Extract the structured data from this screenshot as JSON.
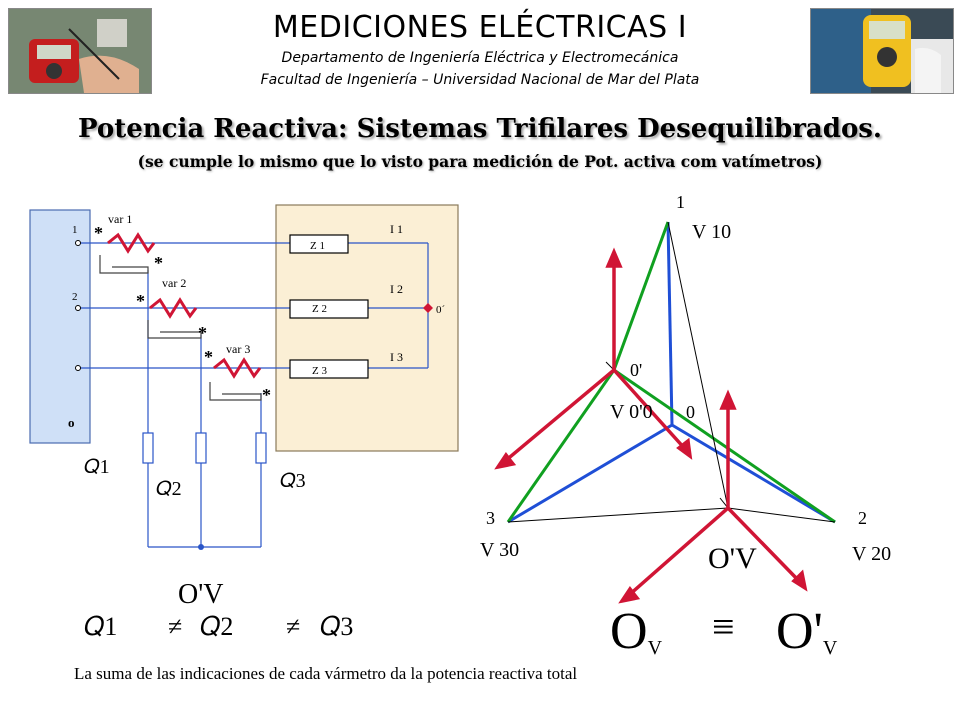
{
  "header": {
    "title": "MEDICIONES ELÉCTRICAS I",
    "department": "Departamento de Ingeniería Eléctrica y Electromecánica",
    "faculty": "Facultad de Ingeniería – Universidad Nacional de Mar del Plata"
  },
  "slide": {
    "title": "Potencia Reactiva: Sistemas Trifilares Desequilibrados.",
    "subtitle": "(se cumple lo mismo que lo visto para medición de Pot. activa com vatímetros)"
  },
  "circuit": {
    "terminals": [
      "1",
      "2",
      "o"
    ],
    "meters": [
      "var 1",
      "var 2",
      "var 3"
    ],
    "impedances": [
      "Z 1",
      "Z 2",
      "Z 3"
    ],
    "currents": [
      "I 1",
      "I 2",
      "I 3"
    ],
    "neutral": "0´",
    "star_marks": "*",
    "readings": [
      "𝑄1",
      "𝑄2",
      "𝑄3"
    ],
    "virtual_neutral": "O'V",
    "inequality": "≠"
  },
  "phasor": {
    "vertices": [
      "1",
      "2",
      "3"
    ],
    "neutrals": [
      "0'",
      "0"
    ],
    "voltages": [
      "V 10",
      "V 20",
      "V 30",
      "V 0'0"
    ],
    "virtual_neutral": "O'V",
    "identity": "≡",
    "colors": {
      "source": "#1f4fd6",
      "load": "#10a020",
      "meter": "#d01535"
    }
  },
  "footer": {
    "note": "La suma de las indicaciones de cada vármetro da la potencia reactiva total"
  }
}
